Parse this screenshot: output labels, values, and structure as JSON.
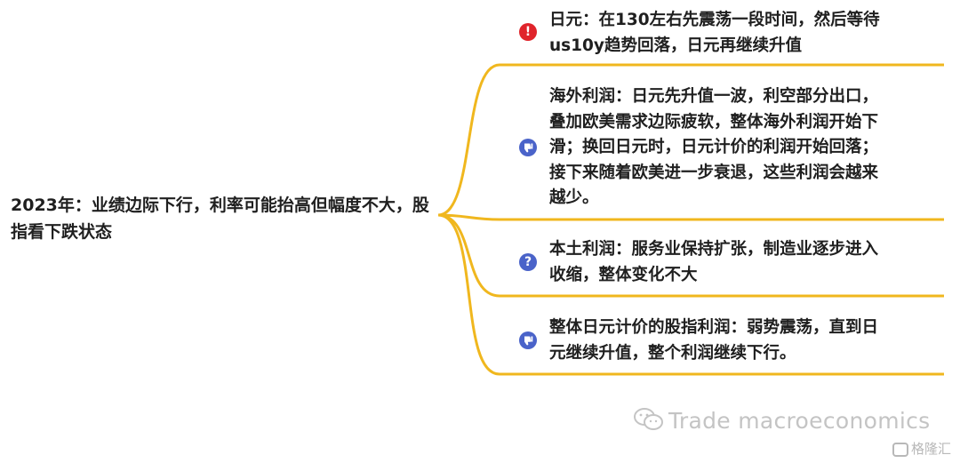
{
  "root": {
    "text_bold_part": "2023年",
    "text_rest": "：业绩边际下行，利率可能抬高但幅度不大，股指看下跌状态"
  },
  "branches": [
    {
      "marker": "priority-exclamation-icon",
      "marker_color": "#e0242b",
      "lines": [
        "日元：在130左右先震荡一段时间，然后等待",
        "us10y趋势回落，日元再继续升值"
      ]
    },
    {
      "marker": "thumbs-down-icon",
      "marker_color": "#4a63c9",
      "lines": [
        "海外利润：日元先升值一波，利空部分出口，",
        "叠加欧美需求边际疲软，整体海外利润开始下",
        "滑；换回日元时，日元计价的利润开始回落；",
        "接下来随着欧美进一步衰退，这些利润会越来",
        "越少。"
      ]
    },
    {
      "marker": "question-mark-icon",
      "marker_color": "#4a63c9",
      "lines": [
        "本土利润：服务业保持扩张，制造业逐步进入",
        "收缩，整体变化不大"
      ]
    },
    {
      "marker": "thumbs-down-icon",
      "marker_color": "#4a63c9",
      "lines": [
        "整体日元计价的股指利润：弱势震荡，直到日",
        "元继续升值，整个利润继续下行。"
      ]
    }
  ],
  "connector_color": "#f0b71e",
  "watermark": {
    "text": "Trade macroeconomics",
    "icon": "wechat-icon"
  },
  "logo": {
    "text": "格隆汇",
    "icon": "gelonghui-logo-icon"
  }
}
